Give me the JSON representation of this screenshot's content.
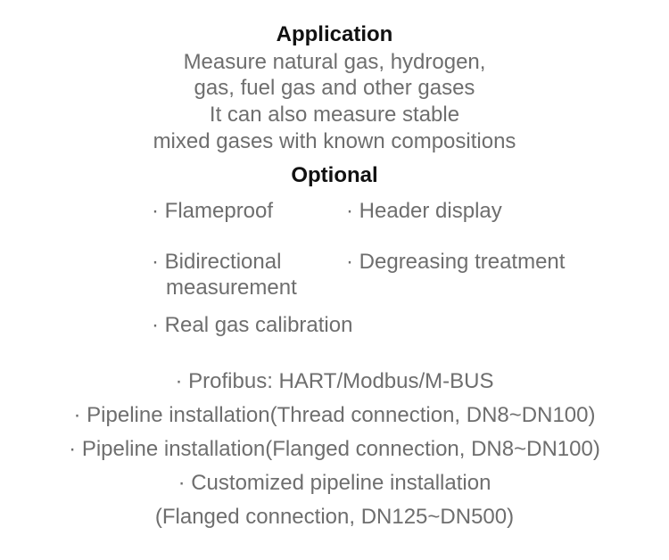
{
  "application": {
    "title": "Application",
    "lines": [
      "Measure natural gas, hydrogen,",
      "gas, fuel gas and other gases",
      "It can also measure  stable",
      "mixed gases with known compositions"
    ]
  },
  "optional": {
    "title": "Optional",
    "items": [
      "· Flameproof",
      "· Header display",
      "· Bidirectional",
      "measurement",
      "· Degreasing treatment",
      "· Real gas calibration"
    ],
    "centered": [
      "· Profibus: HART/Modbus/M-BUS",
      "· Pipeline installation(Thread connection, DN8~DN100)",
      "· Pipeline installation(Flanged connection, DN8~DN100)",
      "· Customized pipeline installation",
      "(Flanged connection, DN125~DN500)"
    ]
  }
}
